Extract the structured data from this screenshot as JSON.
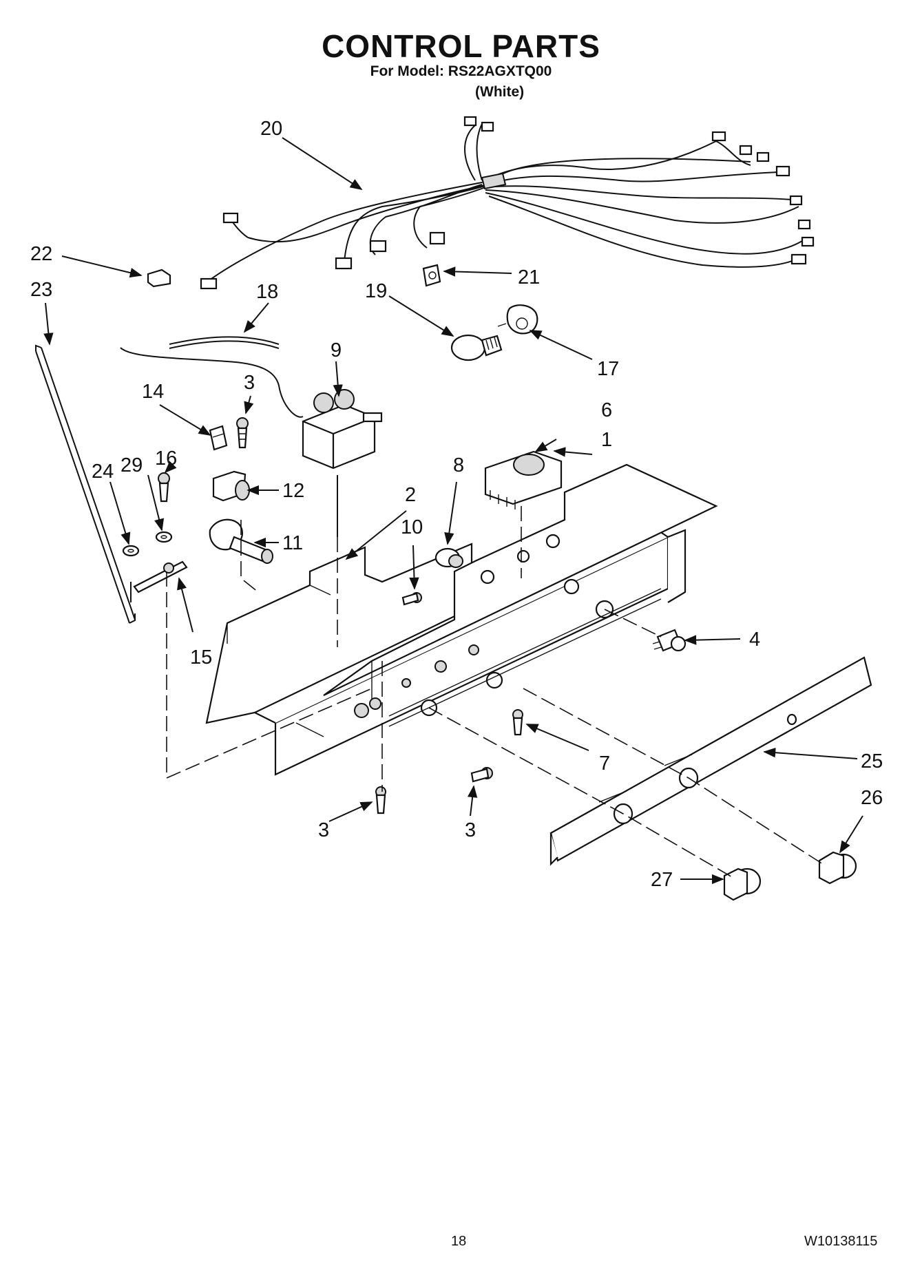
{
  "header": {
    "title": "CONTROL PARTS",
    "model_line": "For Model: RS22AGXTQ00",
    "variant": "(White)"
  },
  "footer": {
    "page_number": "18",
    "document_number": "W10138115"
  },
  "callouts": [
    "1",
    "2",
    "3",
    "3",
    "3",
    "4",
    "6",
    "7",
    "8",
    "9",
    "10",
    "11",
    "12",
    "14",
    "15",
    "16",
    "17",
    "18",
    "19",
    "20",
    "21",
    "22",
    "23",
    "24",
    "25",
    "26",
    "27",
    "29"
  ]
}
